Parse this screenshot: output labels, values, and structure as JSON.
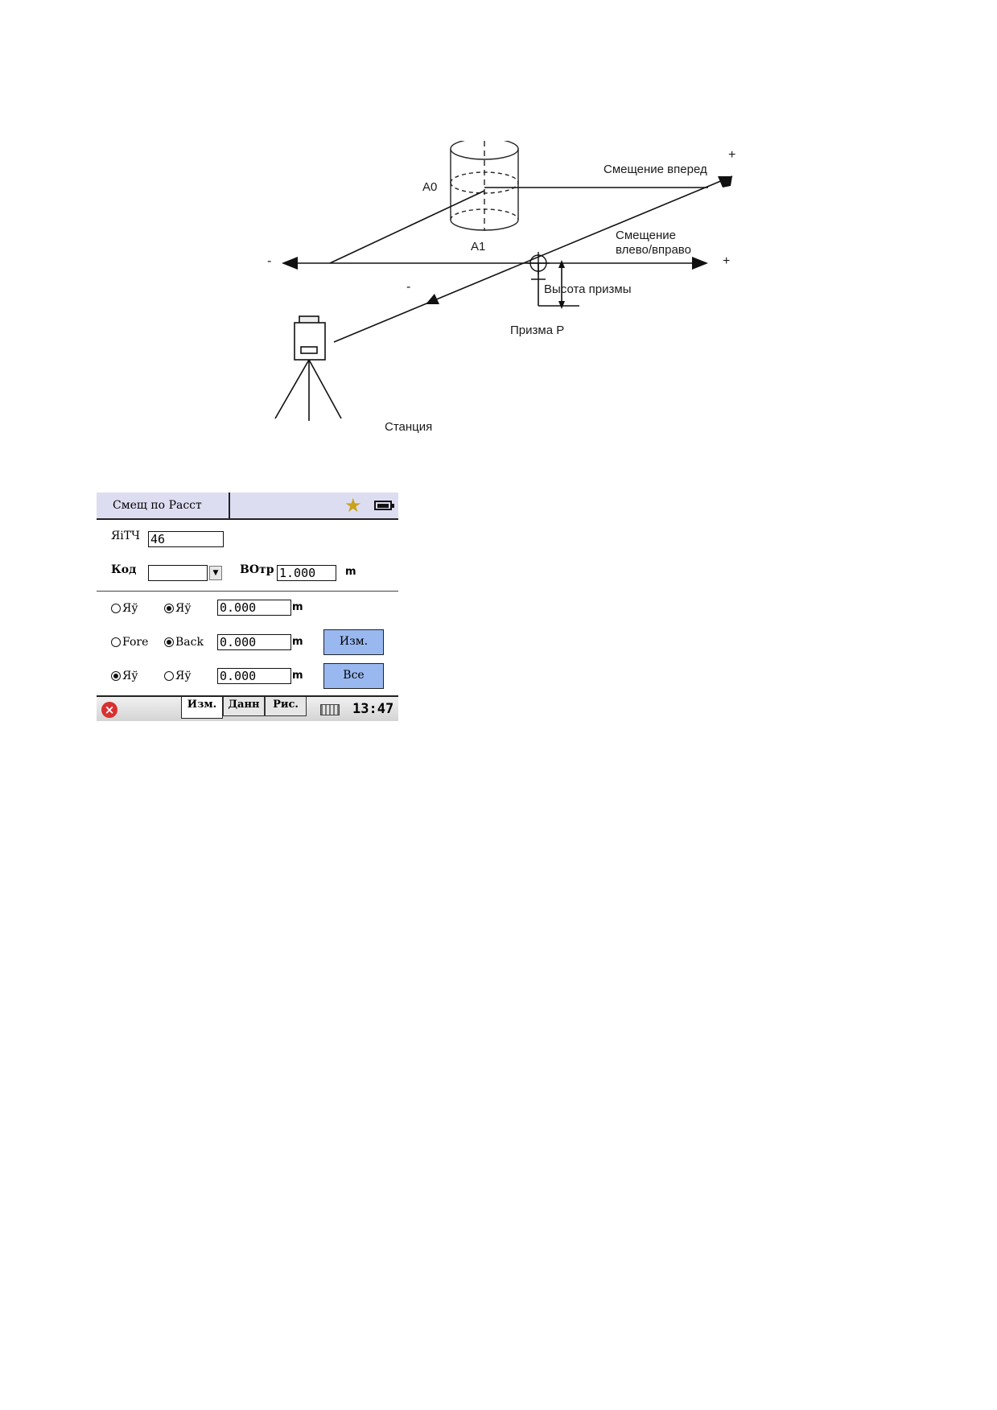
{
  "diagram": {
    "labels": {
      "offset_forward": "Смещение вперед",
      "offset_lr_line1": "Смещение",
      "offset_lr_line2": "влево/вправо",
      "prism_height": "Высота призмы",
      "prism": "Призма Р",
      "station": "Станция",
      "a0": "A0",
      "a1": "A1",
      "plus": "+",
      "minus": "-"
    }
  },
  "device": {
    "title": "Смещ по Расст",
    "row_point": {
      "label": "ЯiТЧ",
      "value": "46"
    },
    "row_code": {
      "label": "Код",
      "value": "",
      "height_label": "ВОтр",
      "height_value": "1.000",
      "unit": "m"
    },
    "row1": {
      "radio_a": "Яў",
      "radio_b": "Яў",
      "value": "0.000",
      "unit": "m"
    },
    "row2": {
      "radio_a": "Fore",
      "radio_b": "Back",
      "value": "0.000",
      "unit": "m",
      "button": "Изм."
    },
    "row3": {
      "radio_a": "Яў",
      "radio_b": "Яў",
      "value": "0.000",
      "unit": "m",
      "button": "Все"
    },
    "tabs": [
      "Изм.",
      "Данн",
      "Рис."
    ],
    "time": "13:47"
  }
}
